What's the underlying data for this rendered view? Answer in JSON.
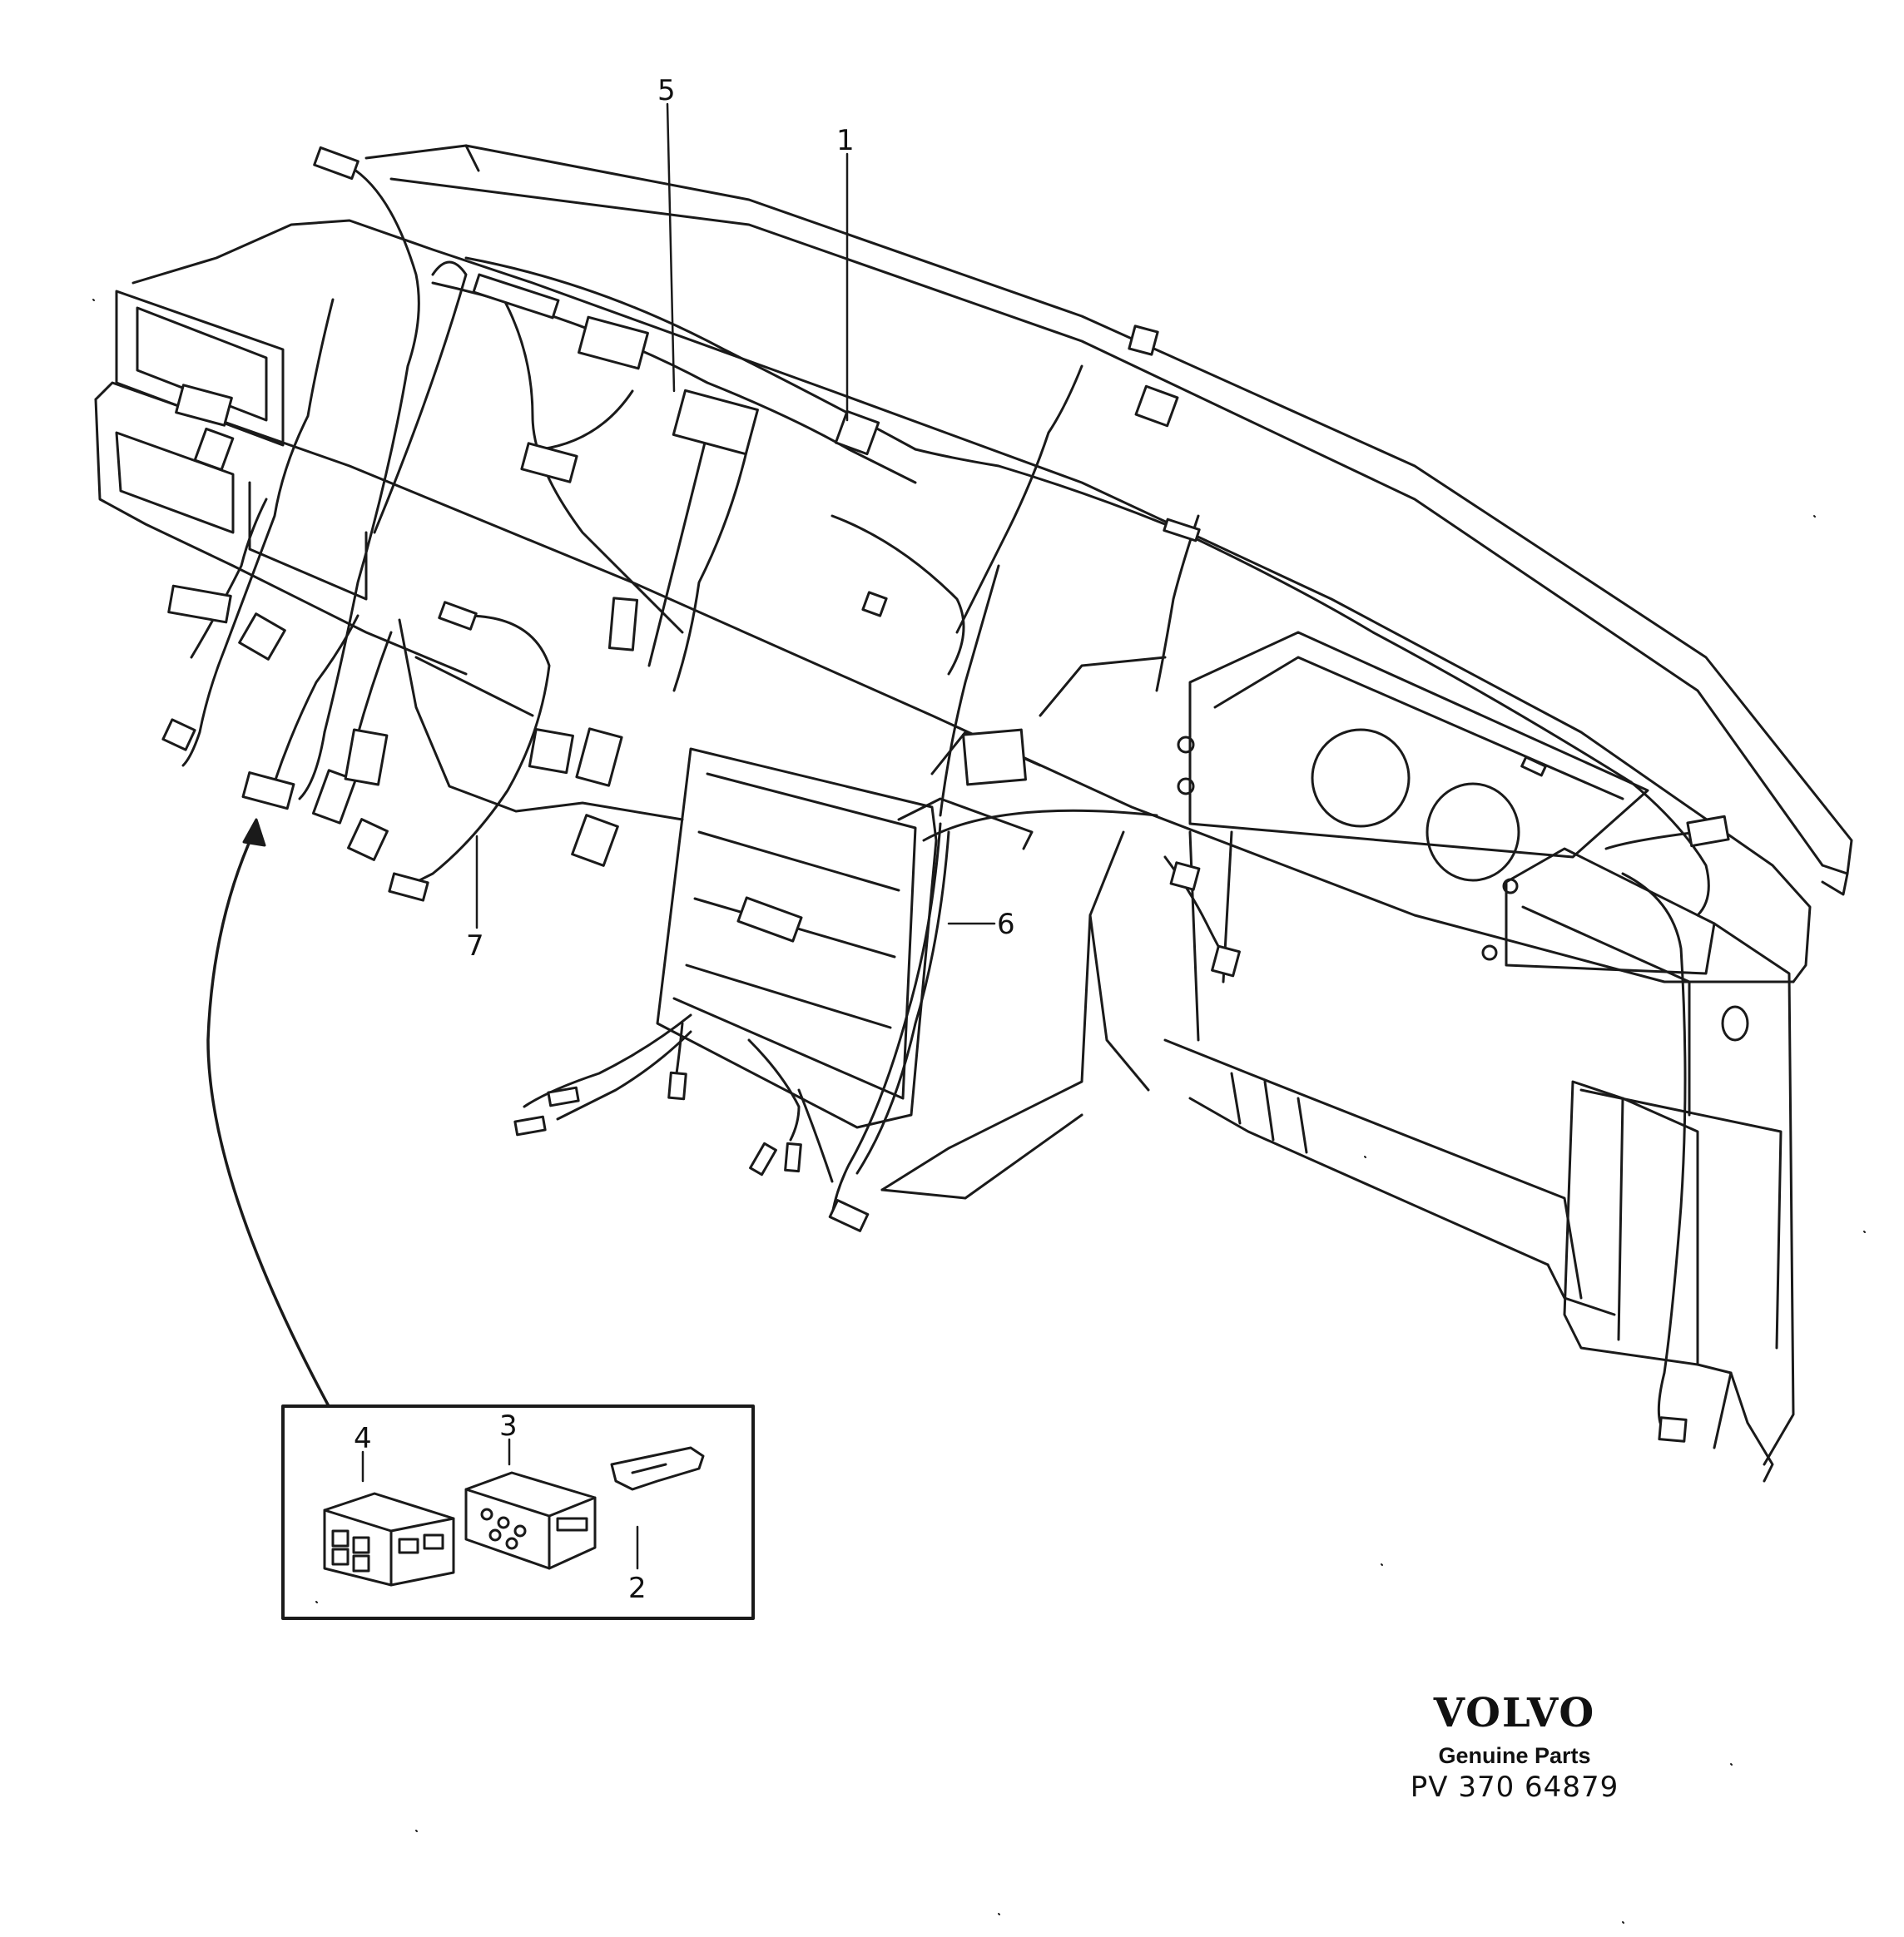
{
  "callouts": {
    "c1": "1",
    "c2": "2",
    "c3": "3",
    "c4": "4",
    "c5": "5",
    "c6": "6",
    "c7": "7"
  },
  "branding": {
    "logo": "VOLVO",
    "tagline": "Genuine Parts",
    "code": "PV 370 64879"
  },
  "colors": {
    "line": "#1a1a1a",
    "background": "#ffffff"
  }
}
